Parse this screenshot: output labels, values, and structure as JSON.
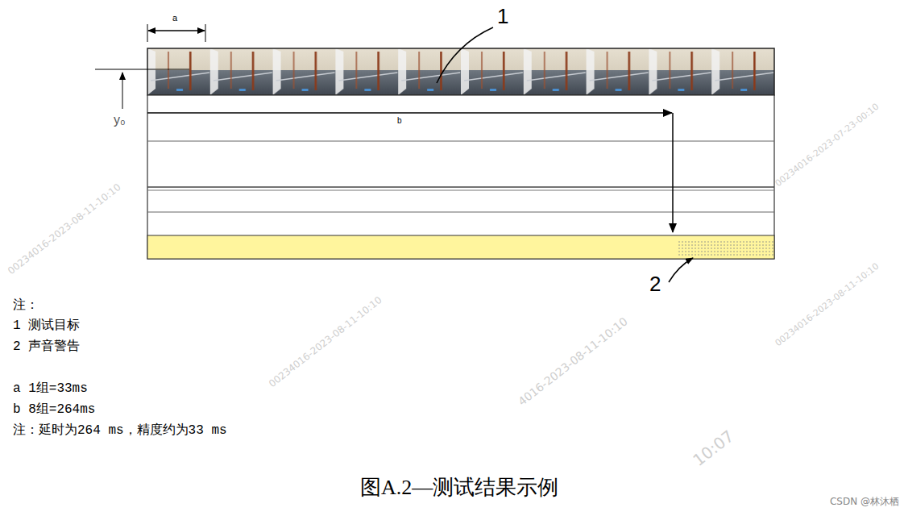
{
  "diagram": {
    "caption": "图A.2—测试结果示例",
    "labels": [
      "1",
      "2",
      "a",
      "b",
      "y₀",
      "注：",
      "1 测试目标",
      "2 声音警告",
      "a 1组=33ms",
      "b 8组=264ms",
      "注：延时为264 ms，精度约为33 ms",
      "00234016-2023-08-11-10:10",
      "00234016-2023-07-23-00:10",
      "00234016-2023-08-11-10:10",
      "00234016-2023-08-11-10:10",
      "4016-2023-08-11-10:10",
      "10:07",
      "CSDN @林沐栖"
    ]
  }
}
